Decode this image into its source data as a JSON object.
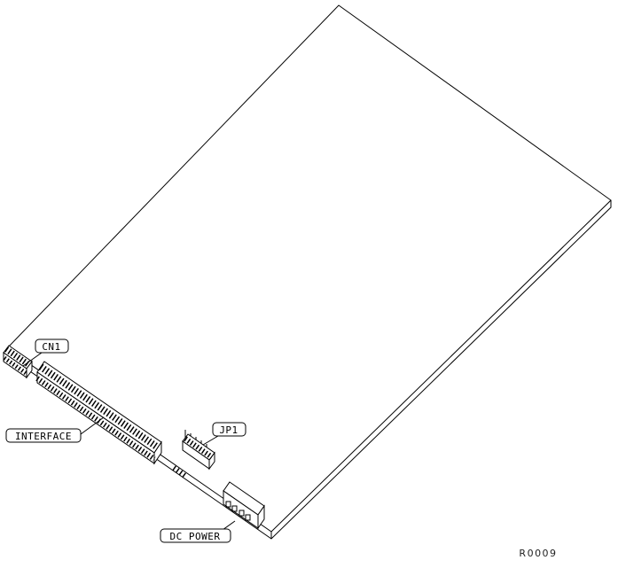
{
  "figure": {
    "reference": "R0009"
  },
  "callouts": {
    "cn1": {
      "label": "CN1"
    },
    "interface": {
      "label": "INTERFACE"
    },
    "jp1": {
      "label": "JP1"
    },
    "dc_power": {
      "label": "DC POWER"
    }
  }
}
